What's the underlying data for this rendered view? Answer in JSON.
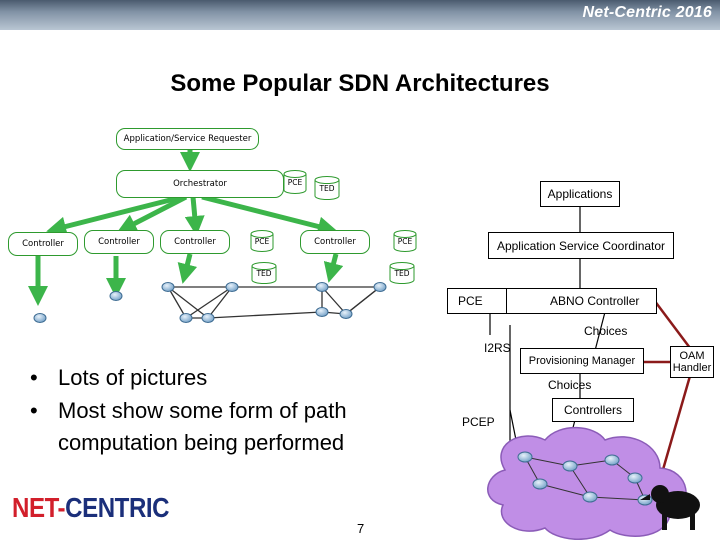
{
  "header": {
    "banner_text": "Net-Centric 2016"
  },
  "slide": {
    "title": "Some Popular SDN Architectures",
    "page_number": "7"
  },
  "left_diagram": {
    "requester": "Application/Service Requester",
    "orchestrator": "Orchestrator",
    "orchestrator_pce": "PCE",
    "orchestrator_ted": "TED",
    "controllers": [
      "Controller",
      "Controller",
      "Controller",
      "Controller"
    ],
    "controller_pce": "PCE",
    "controller_ted": "TED",
    "right_pce": "PCE",
    "right_ted": "TED"
  },
  "right_diagram": {
    "applications": "Applications",
    "coordinator": "Application Service Coordinator",
    "pce": "PCE",
    "abno_controller": "ABNO Controller",
    "choices_top": "Choices",
    "i2rs": "I2RS",
    "provisioning_manager": "Provisioning Manager",
    "oam_handler": "OAM Handler",
    "choices_mid": "Choices",
    "controllers": "Controllers",
    "pcep": "PCEP"
  },
  "bullets": [
    "Lots of pictures",
    "Most show some form of path computation being performed"
  ],
  "bullet_lines": [
    "Lots of pictures",
    "Most show some form of path",
    "computation being performed"
  ],
  "logo": {
    "prefix": "NET-",
    "suffix": "CENTRIC"
  },
  "colors": {
    "green": "#2e9a2e",
    "arrow_green": "#3cb54a",
    "cloud": "#c08ee6",
    "node": "#8fb6d6",
    "dark_red": "#8b1a1a",
    "logo_red": "#d21f2b",
    "logo_navy": "#1b2f7a"
  }
}
